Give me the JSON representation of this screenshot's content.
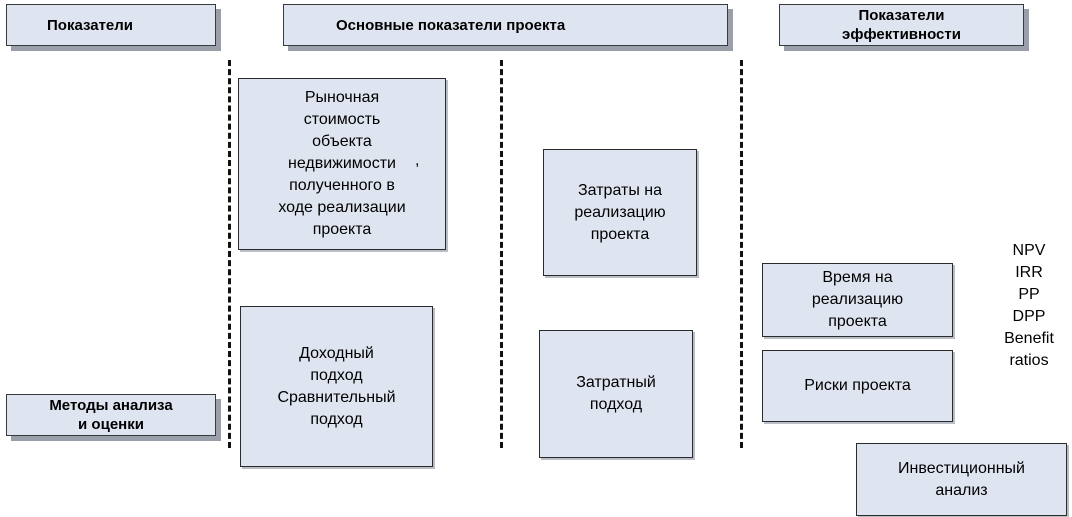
{
  "headers": {
    "indicators": "Показатели",
    "main_indicators": "Основные показатели проекта",
    "efficiency": "Показатели\nэффективности",
    "methods": "Методы анализа\nи оценки"
  },
  "boxes": {
    "market_value": "Рыночная\nстоимость\nобъекта\nнедвижимости\nполученного в\nходе реализации\nпроекта",
    "approaches": "Доходный\nподход\nСравнительный\nподход",
    "costs": "Затраты на\nреализацию\nпроекта",
    "cost_approach": "Затратный\nподход",
    "time": "Время на\nреализацию\nпроекта",
    "risks": "Риски проекта",
    "investment": "Инвестиционный\nанализ"
  },
  "metrics": [
    "NPV",
    "IRR",
    "PP",
    "DPP",
    "Benefit",
    "ratios"
  ],
  "comma": ","
}
